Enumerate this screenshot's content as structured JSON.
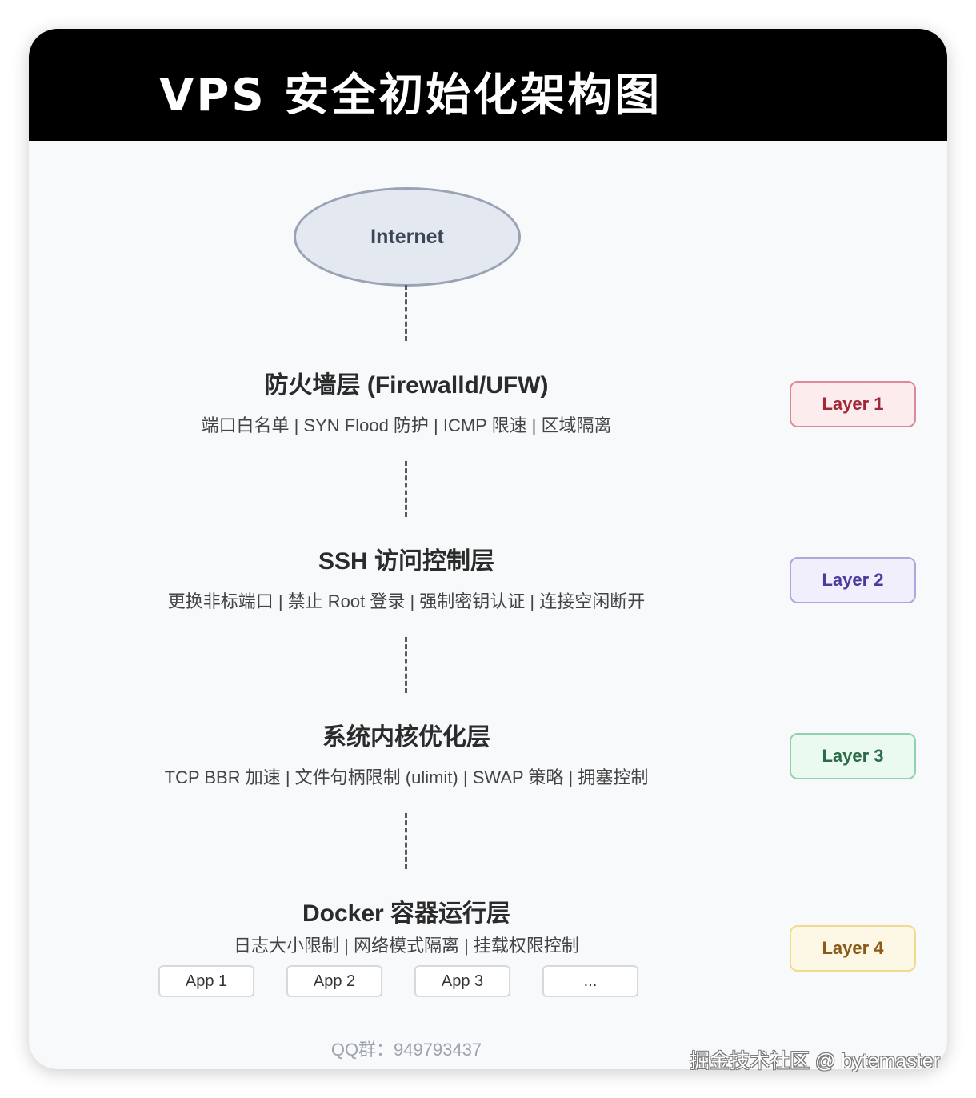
{
  "header": {
    "title": "VPS 安全初始化架构图"
  },
  "internet": {
    "label": "Internet"
  },
  "layers": [
    {
      "title": "防火墙层 (Firewalld/UFW)",
      "desc": "端口白名单 | SYN Flood 防护 | ICMP 限速 | 区域隔离",
      "badge": "Layer 1",
      "badge_colors": {
        "border": "#dc8a96",
        "background": "#fcecee",
        "text": "#a02838"
      }
    },
    {
      "title": "SSH 访问控制层",
      "desc": "更换非标端口 | 禁止 Root 登录 | 强制密钥认证 | 连接空闲断开",
      "badge": "Layer 2",
      "badge_colors": {
        "border": "#aea7dc",
        "background": "#f1effc",
        "text": "#4c3a9e"
      }
    },
    {
      "title": "系统内核优化层",
      "desc": "TCP BBR 加速 | 文件句柄限制 (ulimit) | SWAP 策略 | 拥塞控制",
      "badge": "Layer 3",
      "badge_colors": {
        "border": "#8fd3ac",
        "background": "#eafaf1",
        "text": "#2c6b4a"
      }
    },
    {
      "title": "Docker 容器运行层",
      "desc": "日志大小限制 | 网络模式隔离 | 挂载权限控制",
      "badge": "Layer 4",
      "badge_colors": {
        "border": "#eedb8e",
        "background": "#fdf8e6",
        "text": "#8a5a16"
      }
    }
  ],
  "apps": [
    "App 1",
    "App 2",
    "App 3",
    "..."
  ],
  "footer": {
    "qq": "QQ群：949793437",
    "watermark": "掘金技术社区 @ bytemaster"
  }
}
